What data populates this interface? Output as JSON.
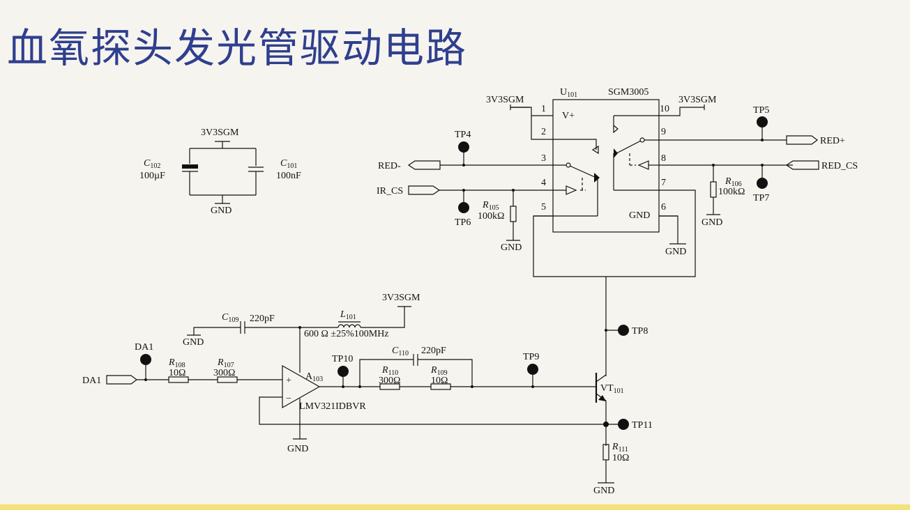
{
  "title": "血氧探头发光管驱动电路",
  "labels": {
    "u101": "U",
    "u101_sub": "101",
    "ic_part": "SGM3005",
    "vplus": "V+",
    "gnd_internal": "GND",
    "pin1": "1",
    "pin2": "2",
    "pin3": "3",
    "pin4": "4",
    "pin5": "5",
    "pin6": "6",
    "pin7": "7",
    "pin8": "8",
    "pin9": "9",
    "pin10": "10",
    "v3_left": "3V3SGM",
    "v3_right": "3V3SGM",
    "v3_cap": "3V3SGM",
    "v3_bottom": "3V3SGM",
    "tp4": "TP4",
    "tp5": "TP5",
    "tp6": "TP6",
    "tp7": "TP7",
    "tp8": "TP8",
    "tp9": "TP9",
    "tp10": "TP10",
    "tp11": "TP11",
    "red_minus": "RED-",
    "ir_cs": "IR_CS",
    "red_plus": "RED+",
    "red_cs": "RED_CS",
    "r105": "R",
    "r105_sub": "105",
    "r105_val": "100kΩ",
    "r106": "R",
    "r106_sub": "106",
    "r106_val": "100kΩ",
    "gnd_r105": "GND",
    "gnd_r106": "GND",
    "gnd_pin6": "GND",
    "gnd_caps": "GND",
    "c102": "C",
    "c102_sub": "102",
    "c102_val": "100µF",
    "c101": "C",
    "c101_sub": "101",
    "c101_val": "100nF",
    "c109": "C",
    "c109_sub": "109",
    "c109_val": "220pF",
    "gnd_c109": "GND",
    "l101": "L",
    "l101_sub": "101",
    "l101_val": "600 Ω ±25%100MHz",
    "da1_tp": "DA1",
    "da1_port": "DA1",
    "r108": "R",
    "r108_sub": "108",
    "r108_val": "10Ω",
    "r107": "R",
    "r107_sub": "107",
    "r107_val": "300Ω",
    "a103": "A",
    "a103_sub": "103",
    "a103_part": "LMV321IDBVR",
    "gnd_opamp": "GND",
    "c110": "C",
    "c110_sub": "110",
    "c110_val": "220pF",
    "r110": "R",
    "r110_sub": "110",
    "r110_val": "300Ω",
    "r109": "R",
    "r109_sub": "109",
    "r109_val": "10Ω",
    "vt101": "VT",
    "vt101_sub": "101",
    "r111": "R",
    "r111_sub": "111",
    "r111_val": "10Ω",
    "gnd_bottom": "GND",
    "op_minus": "−",
    "op_plus": "+"
  }
}
